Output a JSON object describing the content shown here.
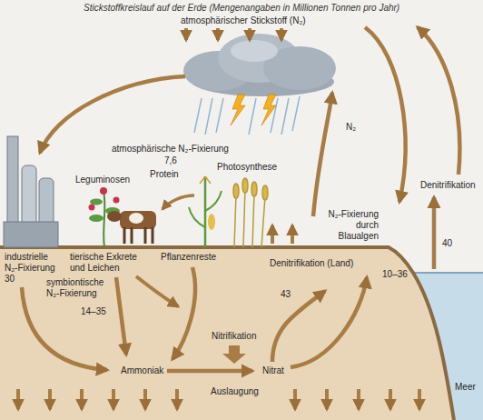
{
  "diagram": {
    "title": "Stickstoffkreislauf auf der Erde (Mengenangaben in Millionen Tonnen pro Jahr)",
    "labels": [
      "atmosphärischer Stickstoff (N₂)",
      "atmosphärische N₂-Fixierung",
      "7,6",
      "Leguminosen",
      "Protein",
      "Photosynthese",
      "N₂",
      "Denitrifikation",
      "N₂-Fixierung durch Blaualgen",
      "10–36",
      "40",
      "industrielle N₂-Fixierung",
      "30",
      "tierische Exkrete und Leichen",
      "Pflanzenreste",
      "Denitrifikation (Land)",
      "symbiontische N₂-Fixierung",
      "14–35",
      "43",
      "Meer",
      "Nitrifikation",
      "Ammoniak",
      "Nitrat",
      "Auslaugung"
    ]
  }
}
